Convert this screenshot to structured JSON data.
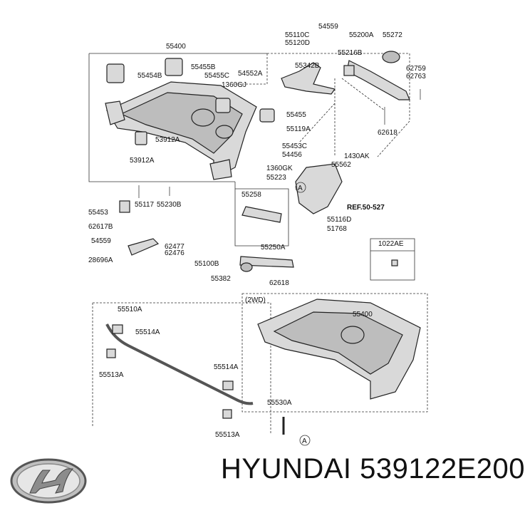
{
  "labels": {
    "l55400a": "55400",
    "l54559a": "54559",
    "l55110c": "55110C",
    "l55120d": "55120D",
    "l55200a": "55200A",
    "l55272": "55272",
    "l55455b": "55455B",
    "l55454b": "55454B",
    "l55455c": "55455C",
    "l54552a": "54552A",
    "l55342b": "55342B",
    "l55216b": "55216B",
    "l62759": "62759",
    "l62763": "62763",
    "l1360gj": "1360GJ",
    "l55455": "55455",
    "l55119a": "55119A",
    "l62618a": "62618",
    "l53912a1": "53912A",
    "l53912a2": "53912A",
    "l55453c": "55453C",
    "l54456": "54456",
    "l1430ak": "1430AK",
    "l55562": "55562",
    "l1360gk": "1360GK",
    "l55223": "55223",
    "l55258": "55258",
    "lref": "REF.50-527",
    "l55453": "55453",
    "l55117": "55117",
    "l55230b": "55230B",
    "l55116d": "55116D",
    "l51768": "51768",
    "l62617b": "62617B",
    "l54559b": "54559",
    "l62477": "62477",
    "l62476": "62476",
    "l28696a": "28696A",
    "l55250a": "55250A",
    "l1022ae": "1022AE",
    "l55100b": "55100B",
    "l55382": "55382",
    "l62618b": "62618",
    "l2wd": "(2WD)",
    "l55400b": "55400",
    "l55510a": "55510A",
    "l55514a1": "55514A",
    "l55513a1": "55513A",
    "l55514a2": "55514A",
    "l55530a": "55530A",
    "l55513a2": "55513A",
    "la1": "A",
    "la2": "A"
  },
  "brand_text": "HYUNDAI 539122E200",
  "colors": {
    "ink": "#111111",
    "part_fill": "#d9d9d9",
    "part_dark": "#bdbdbd"
  }
}
